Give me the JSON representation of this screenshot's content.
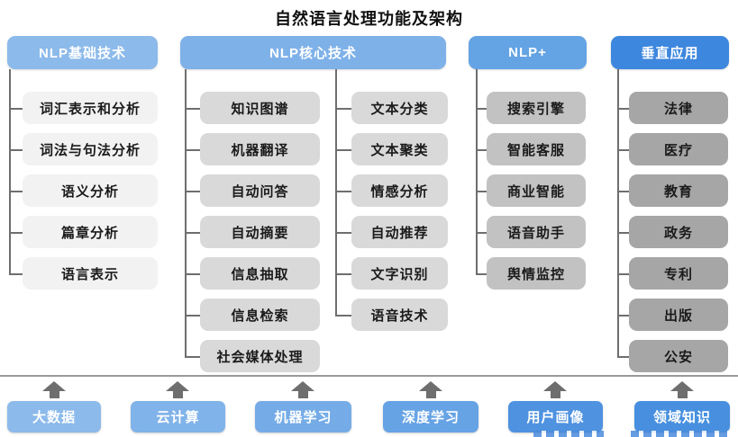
{
  "title": "自然语言处理功能及架构",
  "columns": [
    {
      "header": "NLP基础技术",
      "header_color": "#8CBAEA",
      "item_color": "#F2F2F2",
      "items": [
        "词汇表示和分析",
        "词法与句法分析",
        "语义分析",
        "篇章分析",
        "语言表示"
      ]
    },
    {
      "header": "NLP核心技术",
      "header_color": "#7EB1E8",
      "item_color": "#D9D9D9",
      "items_left": [
        "知识图谱",
        "机器翻译",
        "自动问答",
        "自动摘要",
        "信息抽取",
        "信息检索",
        "社会媒体处理"
      ],
      "items_right": [
        "文本分类",
        "文本聚类",
        "情感分析",
        "自动推荐",
        "文字识别",
        "语音技术"
      ]
    },
    {
      "header": "NLP+",
      "header_color": "#64A3E4",
      "item_color": "#C2C2C2",
      "items": [
        "搜索引擎",
        "智能客服",
        "商业智能",
        "语音助手",
        "舆情监控"
      ]
    },
    {
      "header": "垂直应用",
      "header_color": "#3E87DE",
      "item_color": "#A6A6A6",
      "items": [
        "法律",
        "医疗",
        "教育",
        "政务",
        "专利",
        "出版",
        "公安"
      ]
    }
  ],
  "foundation": [
    {
      "label": "大数据",
      "color": "#8CBAEB"
    },
    {
      "label": "云计算",
      "color": "#80B3E9"
    },
    {
      "label": "机器学习",
      "color": "#75ACE7"
    },
    {
      "label": "深度学习",
      "color": "#66A3E5"
    },
    {
      "label": "用户画像",
      "color": "#4E92E0"
    },
    {
      "label": "领域知识",
      "color": "#4890DF"
    }
  ]
}
